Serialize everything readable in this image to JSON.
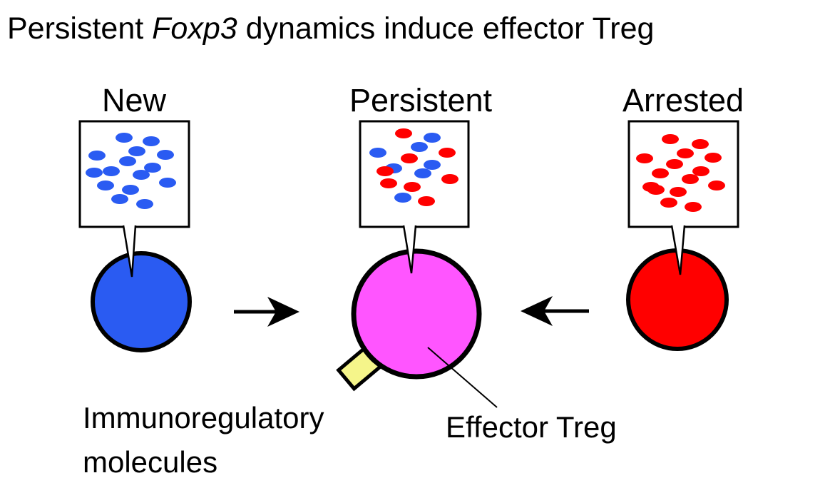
{
  "title": {
    "prefix": "Persistent ",
    "gene": "Foxp3",
    "suffix": " dynamics induce effector Treg"
  },
  "cells": {
    "new": {
      "label": "New",
      "color": "#2a5bf2"
    },
    "persistent": {
      "label": "Persistent",
      "color": "#ff55ff"
    },
    "arrested": {
      "label": "Arrested",
      "color": "#ff0000"
    }
  },
  "dot_colors": {
    "blue": "#2a5bf2",
    "red": "#ff0000"
  },
  "receptor_color": "#f5f58a",
  "labels": {
    "immuno_line1": "Immunoregulatory",
    "immuno_line2": "molecules",
    "effector": "Effector Treg"
  }
}
